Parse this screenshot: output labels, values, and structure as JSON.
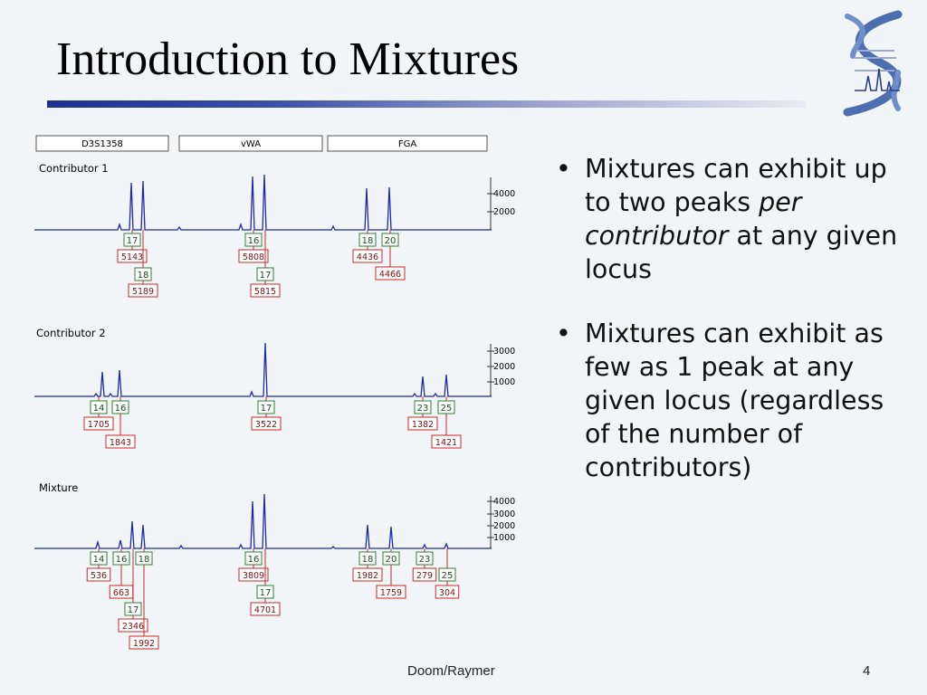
{
  "slide": {
    "title": "Introduction to Mixtures",
    "footer": "Doom/Raymer",
    "page_number": "4"
  },
  "colors": {
    "trace": "#1a2aa8",
    "allele_box": "#2e7d32",
    "height_box": "#c62828",
    "accent": "#1f2f90"
  },
  "bullets": [
    {
      "parts": [
        {
          "text": "Mixtures can exhibit up to two peaks "
        },
        {
          "text": "per contributor",
          "italic": true
        },
        {
          "text": " at any given locus"
        }
      ]
    },
    {
      "parts": [
        {
          "text": "Mixtures can exhibit as few as 1 peak at any given locus (regardless of the number of contributors)"
        }
      ]
    }
  ],
  "electropherogram": {
    "loci": [
      "D3S1358",
      "vWA",
      "FGA"
    ],
    "panels": [
      {
        "label": "Contributor 1",
        "y_ticks": [
          "4000",
          "2000"
        ],
        "peaks": [
          {
            "allele": "17",
            "height": "5143"
          },
          {
            "allele": "18",
            "height": "5189"
          },
          {
            "allele": "16",
            "height": "5808"
          },
          {
            "allele": "17",
            "height": "5815"
          },
          {
            "allele": "18",
            "height": "4436"
          },
          {
            "allele": "20",
            "height": "4466"
          }
        ]
      },
      {
        "label": "Contributor 2",
        "y_ticks": [
          "3000",
          "2000",
          "1000"
        ],
        "peaks": [
          {
            "allele": "14",
            "height": "1705"
          },
          {
            "allele": "16",
            "height": "1843"
          },
          {
            "allele": "17",
            "height": "3522"
          },
          {
            "allele": "23",
            "height": "1382"
          },
          {
            "allele": "25",
            "height": "1421"
          }
        ]
      },
      {
        "label": "Mixture",
        "y_ticks": [
          "4000",
          "3000",
          "2000",
          "1000"
        ],
        "peaks": [
          {
            "allele": "14",
            "height": "536"
          },
          {
            "allele": "16",
            "height": "663"
          },
          {
            "allele": "17",
            "height": "2346"
          },
          {
            "allele": "18",
            "height": "1992"
          },
          {
            "allele": "16",
            "height": "3809"
          },
          {
            "allele": "17",
            "height": "4701"
          },
          {
            "allele": "18",
            "height": "1982"
          },
          {
            "allele": "20",
            "height": "1759"
          },
          {
            "allele": "23",
            "height": "279"
          },
          {
            "allele": "25",
            "height": "304"
          }
        ]
      }
    ]
  }
}
